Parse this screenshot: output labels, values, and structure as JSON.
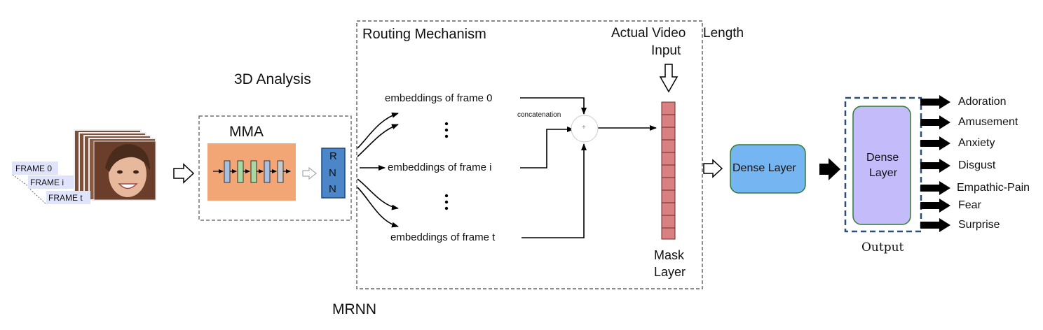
{
  "input": {
    "frame_labels": [
      "FRAME 0",
      "FRAME i",
      "FRAME t"
    ]
  },
  "analysis": {
    "title": "3D Analysis",
    "mma_label": "MMA",
    "rnn_letters": [
      "R",
      "N",
      "N"
    ]
  },
  "routing": {
    "title": "Routing Mechanism",
    "embeddings": [
      "embeddings of frame 0",
      "embeddings of frame i",
      "embeddings of frame t"
    ],
    "concat_label": "concatenation",
    "concat_symbol": "+",
    "video_length_line1": "Actual Video",
    "video_length_word": "Length",
    "video_length_line2": "Input",
    "mask_line1": "Mask",
    "mask_line2": "Layer"
  },
  "mrnn_label": "MRNN",
  "dense_label": "Dense Layer",
  "output": {
    "dense_line1": "Dense",
    "dense_line2": "Layer",
    "title": "Output",
    "emotions": [
      "Adoration",
      "Amusement",
      "Anxiety",
      "Disgust",
      "Empathic-Pain",
      "Fear",
      "Surprise"
    ]
  }
}
